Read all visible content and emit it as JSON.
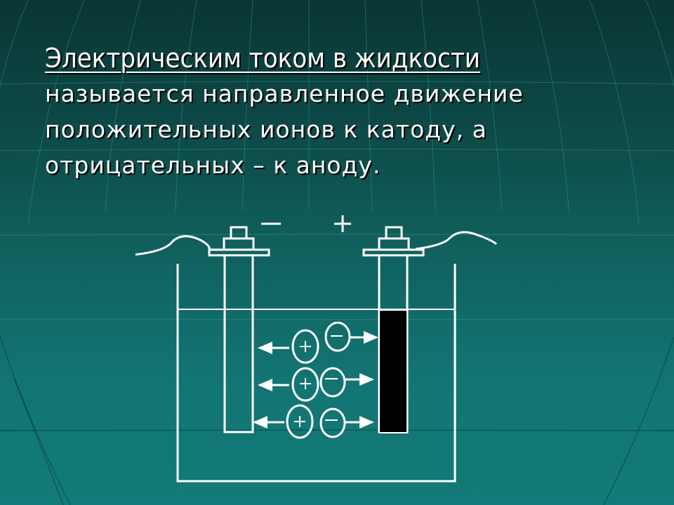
{
  "slide": {
    "title": "Электрическим током в жидкости",
    "body_lines": [
      "называется направленное движение",
      "положительных ионов к катоду, а",
      "отрицательных – к аноду."
    ]
  },
  "diagram": {
    "cathode_sign": "–",
    "anode_sign": "+",
    "positive_ion_label": "+",
    "negative_ion_label": "–",
    "ion_pairs": 3,
    "colors": {
      "line": "#ffffff",
      "anode_fill": "#000000",
      "background_top": "#0a3634",
      "background_bottom": "#127a78"
    }
  }
}
